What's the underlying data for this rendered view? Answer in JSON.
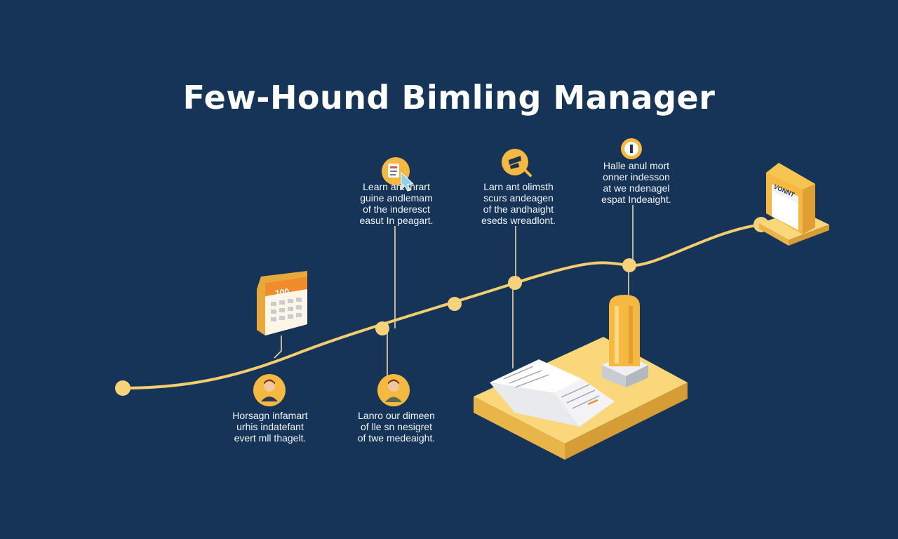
{
  "title": "Few-Hound Bimling Manager",
  "colors": {
    "background": "#163457",
    "timeline": "#f3cd6e",
    "node": "#f7d27a",
    "accent": "#f5b942",
    "calendar_header": "#f08c2a"
  },
  "calendar": {
    "header_text": "100"
  },
  "board": {
    "label": "VONNT"
  },
  "icons": [
    "calendar-icon",
    "document-cursor-icon",
    "magnifier-icon",
    "info-icon",
    "person-icon",
    "person-icon",
    "open-book-icon",
    "pillar-icon",
    "board-icon"
  ],
  "captions": {
    "c1": [
      "Learn ant thrart",
      "guine andlemam",
      "of the inderesct",
      "easut In peagart."
    ],
    "c2": [
      "Larn ant olimsth",
      "scurs andeagen",
      "of the andhaight",
      "eseds wreadlont."
    ],
    "c3": [
      "Halle anul mort",
      "onner indesson",
      "at we ndenagel",
      "espat Indeaight."
    ],
    "c4": [
      "Horsagn infamart",
      "urhis indatefant",
      "evert mll thagelt."
    ],
    "c5": [
      "Lanro our dimeen",
      "of lle sn nesigret",
      "of twe medeaight."
    ]
  }
}
